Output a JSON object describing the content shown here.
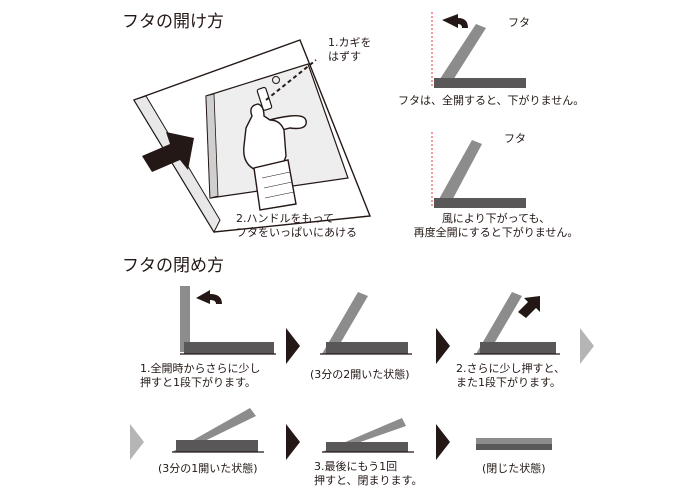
{
  "open_section": {
    "heading": "フタの開け方",
    "step1_label": "1.カギを\nはずす",
    "step2_label": "2.ハンドルをもって\nフタをいっぱいにあける",
    "lid_label_1": "フタ",
    "note_1": "フタは、全開すると、下がりません。",
    "lid_label_2": "フタ",
    "note_2": "風により下がっても、\n再度全開にすると下がりません。"
  },
  "close_section": {
    "heading": "フタの閉め方",
    "steps": [
      {
        "caption": "1.全開時からさらに少し\n押すと1段下がります。"
      },
      {
        "caption": "(3分の2開いた状態)"
      },
      {
        "caption": "2.さらに少し押すと、\nまた1段下がります。"
      },
      {
        "caption": "(3分の1開いた状態)"
      },
      {
        "caption": "3.最後にもう1回\n押すと、閉まります。"
      },
      {
        "caption": "(閉じた状態)"
      }
    ]
  },
  "colors": {
    "lid": "#8c8c8c",
    "base": "#595757",
    "ink": "#231815",
    "arrow_light": "#b5b5b6"
  },
  "icons": [
    "push-arrow-icon",
    "curved-arrow-icon",
    "next-step-arrow-icon",
    "continue-arrow-icon"
  ]
}
